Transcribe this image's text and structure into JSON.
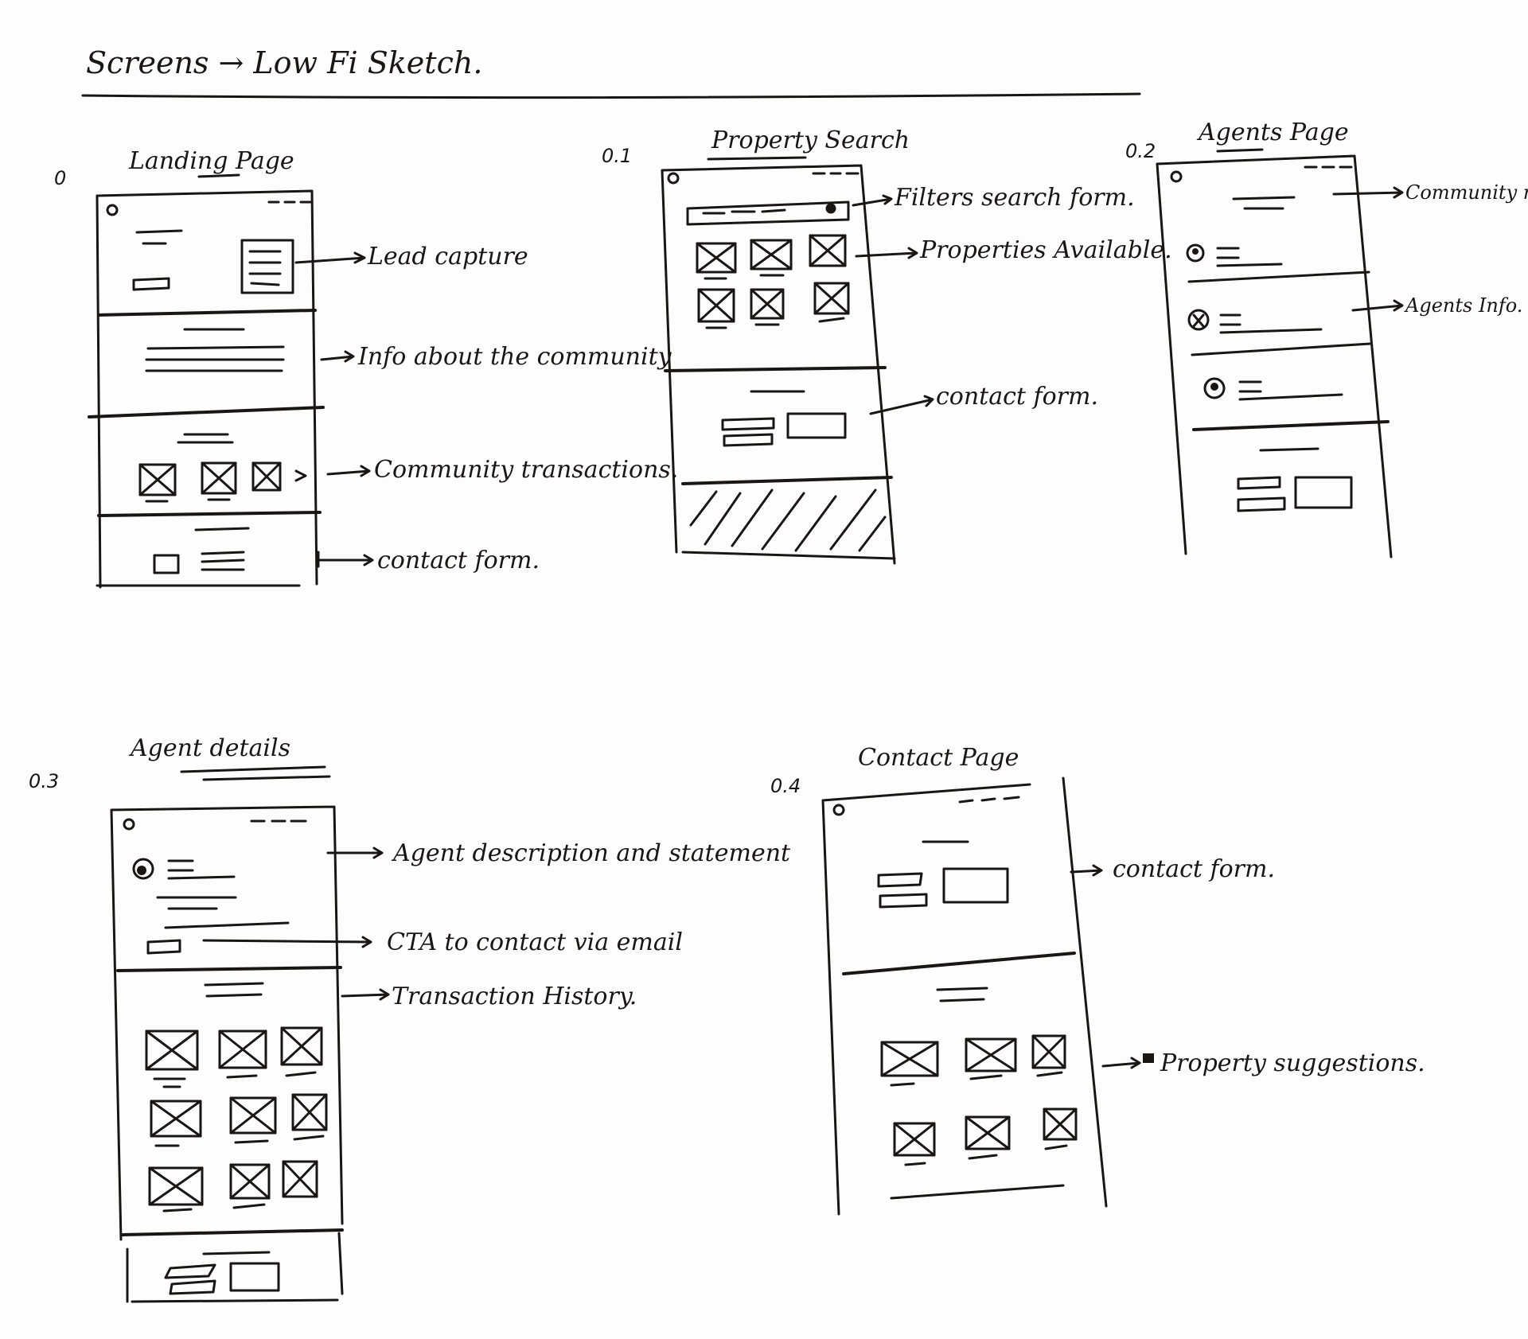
{
  "heading": "Screens → Low Fi Sketch.",
  "screens": [
    {
      "number": "0",
      "title": "Landing Page",
      "annotations": [
        "Lead capture",
        "Info about the community",
        "Community transactions.",
        "contact form."
      ]
    },
    {
      "number": "0.1",
      "title": "Property Search",
      "annotations": [
        "Filters search form.",
        "Properties Available.",
        "contact form."
      ]
    },
    {
      "number": "0.2",
      "title": "Agents Page",
      "annotations": [
        "Community name",
        "Agents Info. (Basic)."
      ]
    },
    {
      "number": "0.3",
      "title": "Agent details",
      "annotations": [
        "Agent description and statement",
        "CTA to contact via email",
        "Transaction History."
      ]
    },
    {
      "number": "0.4",
      "title": "Contact Page",
      "annotations": [
        "contact form.",
        "Property suggestions."
      ]
    }
  ],
  "colors": {
    "ink": "#1a1613",
    "paper": "#fdfdfc"
  }
}
